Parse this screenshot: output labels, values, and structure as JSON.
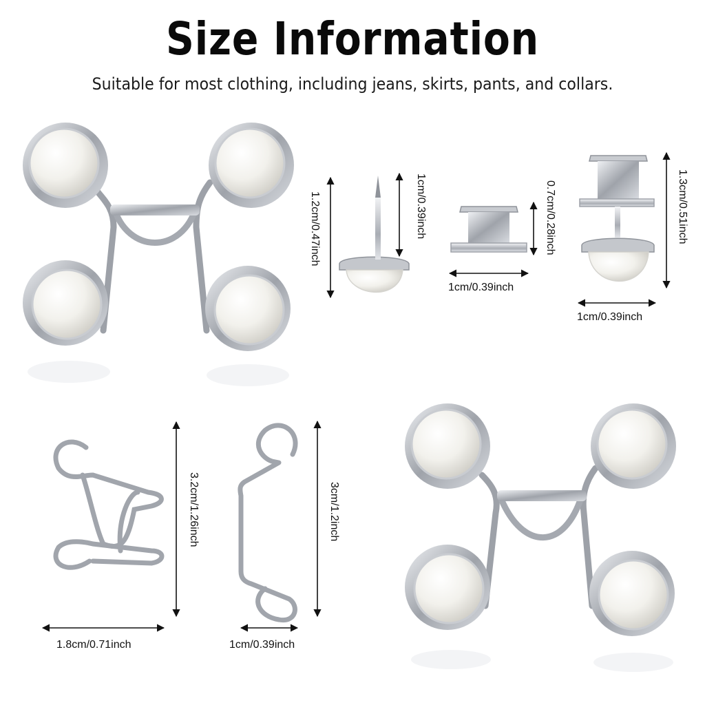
{
  "header": {
    "title": "Size Information",
    "subtitle": "Suitable for most clothing, including jeans, skirts, pants, and collars."
  },
  "dimensions": {
    "pin_height": "1.2cm/0.47inch",
    "pin_shaft": "1cm/0.39inch",
    "cap_height": "0.7cm/0.28inch",
    "cap_width": "1cm/0.39inch",
    "assembled_height": "1.3cm/0.51inch",
    "assembled_width": "1cm/0.39inch",
    "m_hook_height": "3.2cm/1.26inch",
    "m_hook_width": "1.8cm/0.71inch",
    "s_hook_height": "3cm/1.2inch",
    "s_hook_width": "1cm/0.39inch"
  },
  "colors": {
    "metal": "#b9bcc2",
    "pearl": "#f2f1ec",
    "arrow": "#111111"
  }
}
